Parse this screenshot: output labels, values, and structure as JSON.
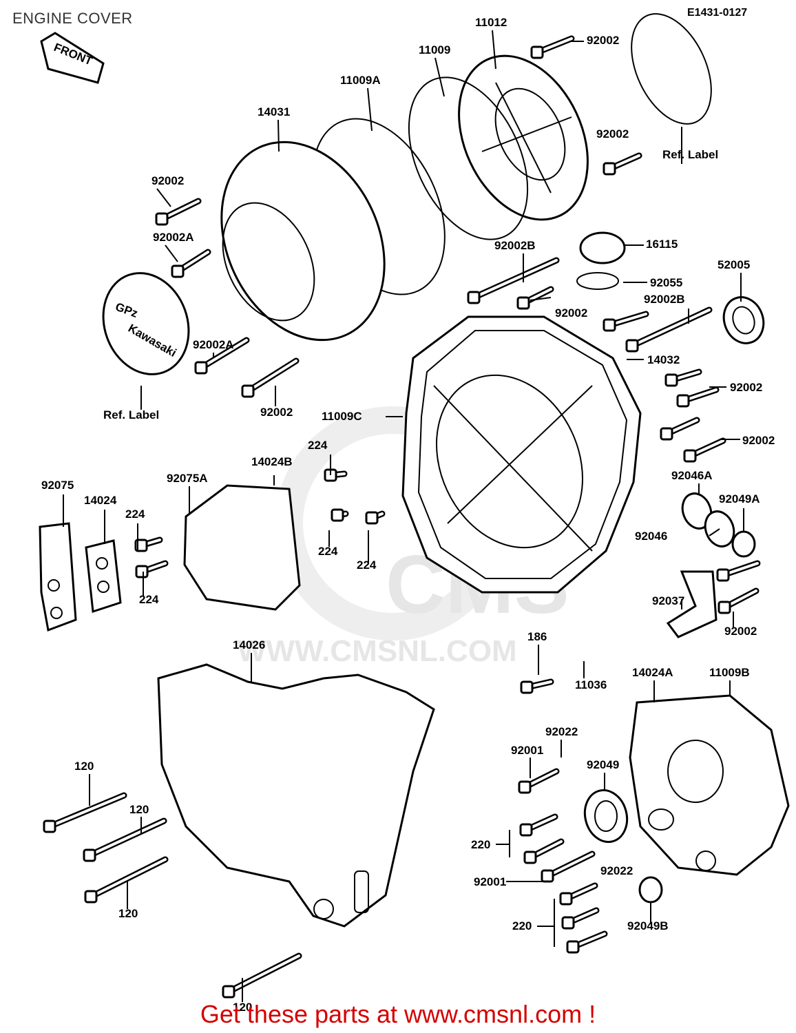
{
  "title": "ENGINE COVER",
  "diagram_code": "E1431-0127",
  "front_arrow": "FRONT",
  "badge_text": "GPz",
  "badge_subtext": "Kawasaki",
  "watermark": {
    "brand": "CMS",
    "url": "WWW.CMSNL.COM"
  },
  "footer": "Get these parts at www.cmsnl.com !",
  "labels": [
    "11012",
    "92002",
    "11009",
    "11009A",
    "14031",
    "92002",
    "Ref. Label",
    "92002",
    "92002A",
    "16115",
    "92002B",
    "92055",
    "52005",
    "92002",
    "92002B",
    "92002A",
    "Ref. Label",
    "92002",
    "14032",
    "92002",
    "11009C",
    "92002",
    "224",
    "14024B",
    "92075A",
    "92075",
    "14024",
    "224",
    "224",
    "224",
    "92046A",
    "92049A",
    "92046",
    "224",
    "92037",
    "92002",
    "186",
    "14026",
    "11036",
    "14024A",
    "11009B",
    "92022",
    "92001",
    "92049",
    "120",
    "120",
    "220",
    "92022",
    "92001",
    "220",
    "92049B",
    "120",
    "120"
  ],
  "colors": {
    "footer": "#d40000",
    "title": "#333333",
    "watermark": "#e6e6e6"
  }
}
